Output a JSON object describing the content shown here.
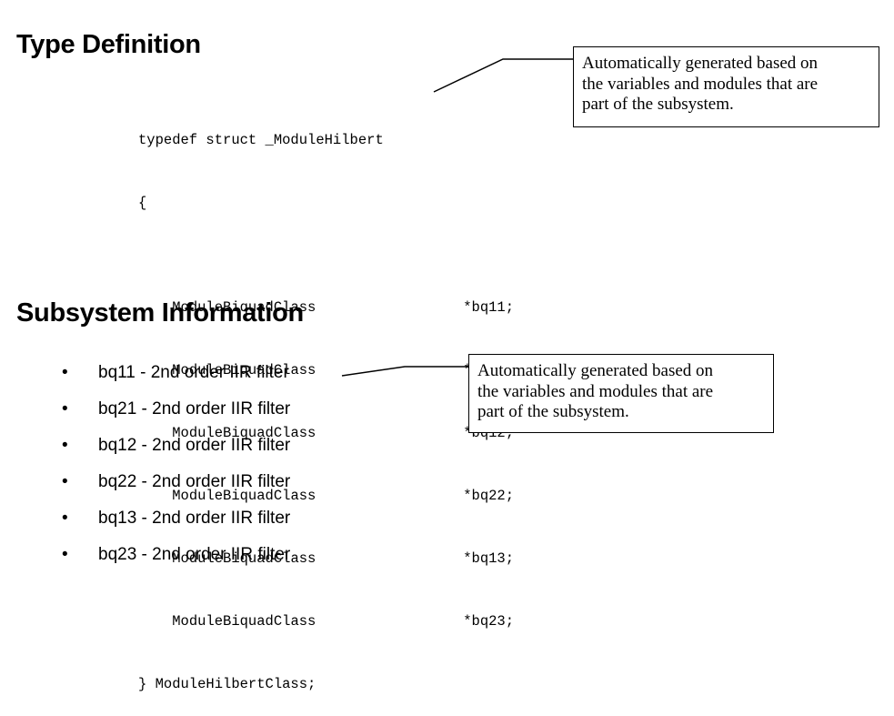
{
  "sections": {
    "type_definition": {
      "heading": "Type Definition",
      "code": {
        "struct_open": "typedef struct _ModuleHilbert",
        "brace_open": "{",
        "member_type": "ModuleBiquadClass",
        "members": [
          "*bq11;",
          "*bq21;",
          "*bq12;",
          "*bq22;",
          "*bq13;",
          "*bq23;"
        ],
        "struct_close": "} ModuleHilbertClass;"
      },
      "callout": {
        "lines": [
          "Automatically generated based on",
          "the variables and modules that are",
          "part of the subsystem."
        ]
      }
    },
    "subsystem_information": {
      "heading": "Subsystem Information",
      "bullet_marker": "•",
      "items": [
        "bq11 - 2nd order IIR filter",
        "bq21 - 2nd order IIR filter",
        "bq12 - 2nd order IIR filter",
        "bq22 - 2nd order IIR filter",
        "bq13 - 2nd order IIR filter",
        "bq23 - 2nd order IIR filter"
      ],
      "callout": {
        "lines": [
          "Automatically generated based on",
          "the variables and modules that are",
          "part of the subsystem."
        ]
      }
    }
  },
  "colors": {
    "background": "#ffffff",
    "text": "#000000",
    "border": "#000000"
  }
}
